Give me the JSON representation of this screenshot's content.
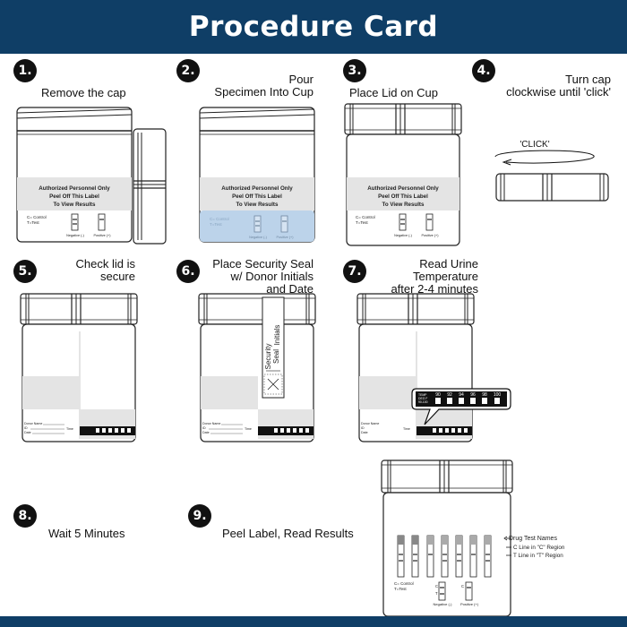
{
  "title": "Procedure Card",
  "colors": {
    "header": "#0f3e66",
    "label_gray": "#e4e4e4",
    "pour_blue": "#bcd3ea",
    "ink": "#111111"
  },
  "steps": [
    {
      "num": "1.",
      "text": "Remove the cap"
    },
    {
      "num": "2.",
      "text": "Pour\nSpecimen Into Cup"
    },
    {
      "num": "3.",
      "text": "Place Lid on Cup"
    },
    {
      "num": "4.",
      "text": "Turn cap\nclockwise until 'click'"
    },
    {
      "num": "5.",
      "text": "Check lid is\nsecure"
    },
    {
      "num": "6.",
      "text": "Place Security Seal\nw/ Donor Initials\nand Date"
    },
    {
      "num": "7.",
      "text": "Read Urine\nTemperature\nafter 2-4 minutes"
    },
    {
      "num": "8.",
      "text": "Wait 5 Minutes"
    },
    {
      "num": "9.",
      "text": "Peel Label, Read Results"
    }
  ],
  "cup_label": {
    "line1": "Authorized Personnel Only",
    "line2": "Peel Off This Label",
    "line3": "To View Results"
  },
  "control_text": {
    "c": "C= Control",
    "t": "T=Test",
    "negative": "Negative (-)",
    "positive": "Positive (+)",
    "c_short": "C",
    "t_short": "T"
  },
  "click_label": "'CLICK'",
  "seal": {
    "initials": "Initials",
    "security": "Security",
    "seal": "Seal"
  },
  "donor": {
    "name": "Donor Name",
    "id": "ID",
    "date": "Date",
    "time": "Time"
  },
  "temperature": {
    "unit_lines": [
      "TEMP",
      "DEG F",
      "90-100"
    ],
    "values": [
      "90",
      "92",
      "94",
      "96",
      "98",
      "100"
    ]
  },
  "results_annotations": {
    "drug_names": "Drug Test Names",
    "c_line": "C Line in \"C\" Region",
    "t_line": "T Line in \"T\" Region"
  }
}
